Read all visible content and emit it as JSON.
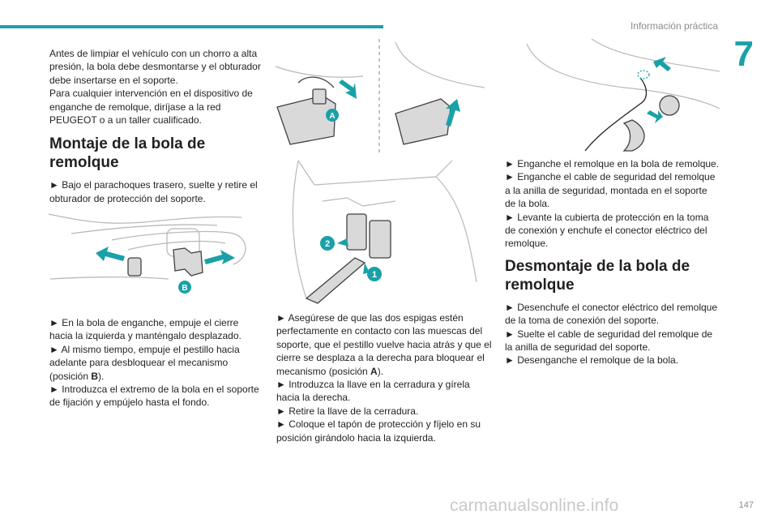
{
  "header": {
    "title": "Información práctica",
    "chapter": "7"
  },
  "col1": {
    "intro": [
      "Antes de limpiar el vehículo con un chorro a alta presión, la bola debe desmontarse y el obturador debe insertarse en el soporte.",
      "Para cualquier intervención en el dispositivo de enganche de remolque, diríjase a la red PEUGEOT o a un taller cualificado."
    ],
    "heading": "Montaje de la bola de remolque",
    "step1": "► Bajo el parachoques trasero, suelte y retire el obturador de protección del soporte.",
    "fig_label": "B",
    "steps": [
      "► En la bola de enganche, empuje el cierre hacia la izquierda y manténgalo desplazado.",
      "► Al mismo tiempo, empuje el pestillo hacia adelante para desbloquear el mecanismo (posición ",
      "B",
      ").",
      "► Introduzca el extremo de la bola en el soporte de fijación y empújelo hasta el fondo."
    ]
  },
  "col2": {
    "fig_label_a": "A",
    "fig_label_1": "1",
    "fig_label_2": "2",
    "steps_a": "► Asegúrese de que las dos espigas estén perfectamente en contacto con las muescas del soporte, que el pestillo vuelve hacia atrás y que el cierre se desplaza a la derecha para bloquear el mecanismo (posición ",
    "steps_a_bold": "A",
    "steps_a_end": ").",
    "steps": [
      "► Introduzca la llave en la cerradura y gírela hacia la derecha.",
      "► Retire la llave de la cerradura.",
      "► Coloque el tapón de protección y fíjelo en su posición girándolo hacia la izquierda."
    ]
  },
  "col3": {
    "steps_top": [
      "► Enganche el remolque en la bola de remolque.",
      "► Enganche el cable de seguridad del remolque a la anilla de seguridad, montada en el soporte de la bola.",
      "► Levante la cubierta de protección en la toma de conexión y enchufe el conector eléctrico del remolque."
    ],
    "heading": "Desmontaje de la bola de remolque",
    "steps_bottom": [
      "► Desenchufe el conector eléctrico del remolque de la toma de conexión del soporte.",
      "► Suelte el cable de seguridad del remolque de la anilla de seguridad del soporte.",
      "► Desenganche el remolque de la bola."
    ]
  },
  "footer": {
    "page_number": "147",
    "watermark": "carmanualsonline.info"
  },
  "colors": {
    "accent": "#1aa1a8",
    "text": "#231f20",
    "muted": "#8c8c8c"
  }
}
